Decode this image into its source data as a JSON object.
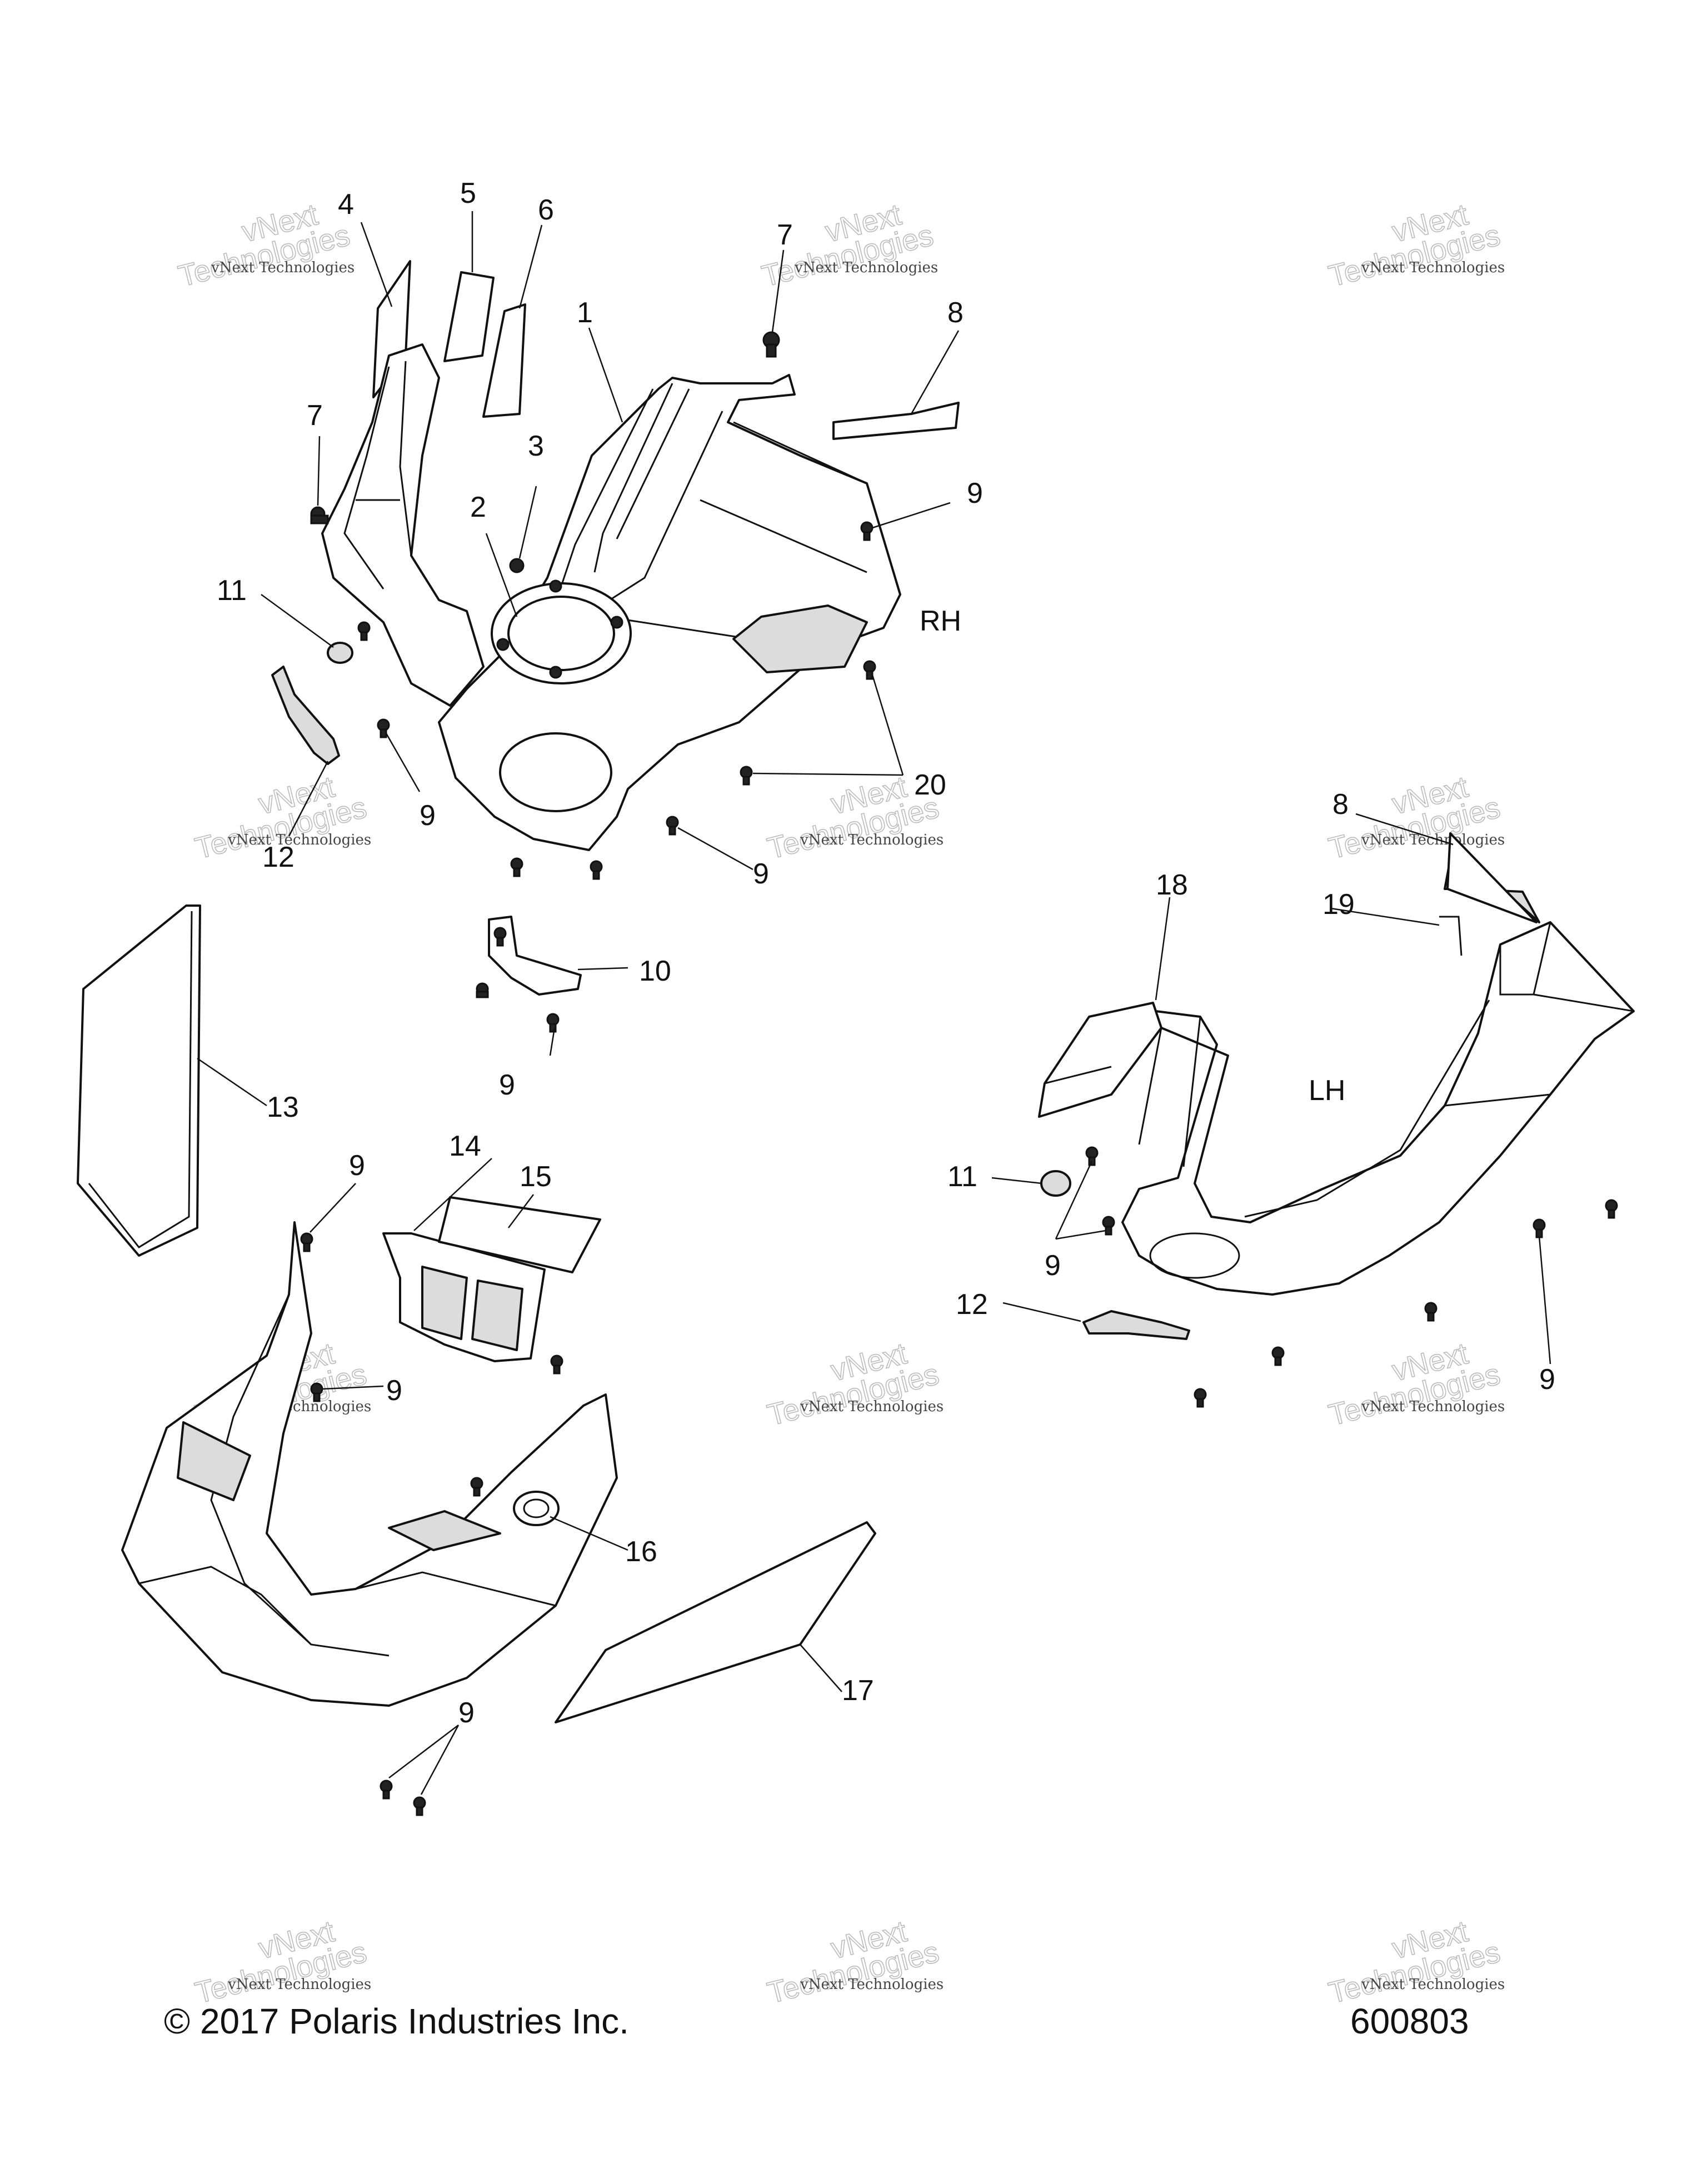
{
  "callouts": [
    "4",
    "5",
    "6",
    "7",
    "8",
    "1",
    "7",
    "3",
    "2",
    "9",
    "11",
    "9",
    "12",
    "20",
    "9",
    "RH",
    "8",
    "19",
    "18",
    "10",
    "LH",
    "13",
    "9",
    "14",
    "15",
    "9",
    "11",
    "9",
    "12",
    "9",
    "9",
    "16",
    "17",
    "9"
  ],
  "side_labels": {
    "rh": "RH",
    "lh": "LH"
  },
  "footer": {
    "copyright": "© 2017 Polaris Industries Inc.",
    "figure_number": "600803"
  },
  "watermark": {
    "line1": "vNext Technologies",
    "line2": "vNext\nTechnologies"
  }
}
